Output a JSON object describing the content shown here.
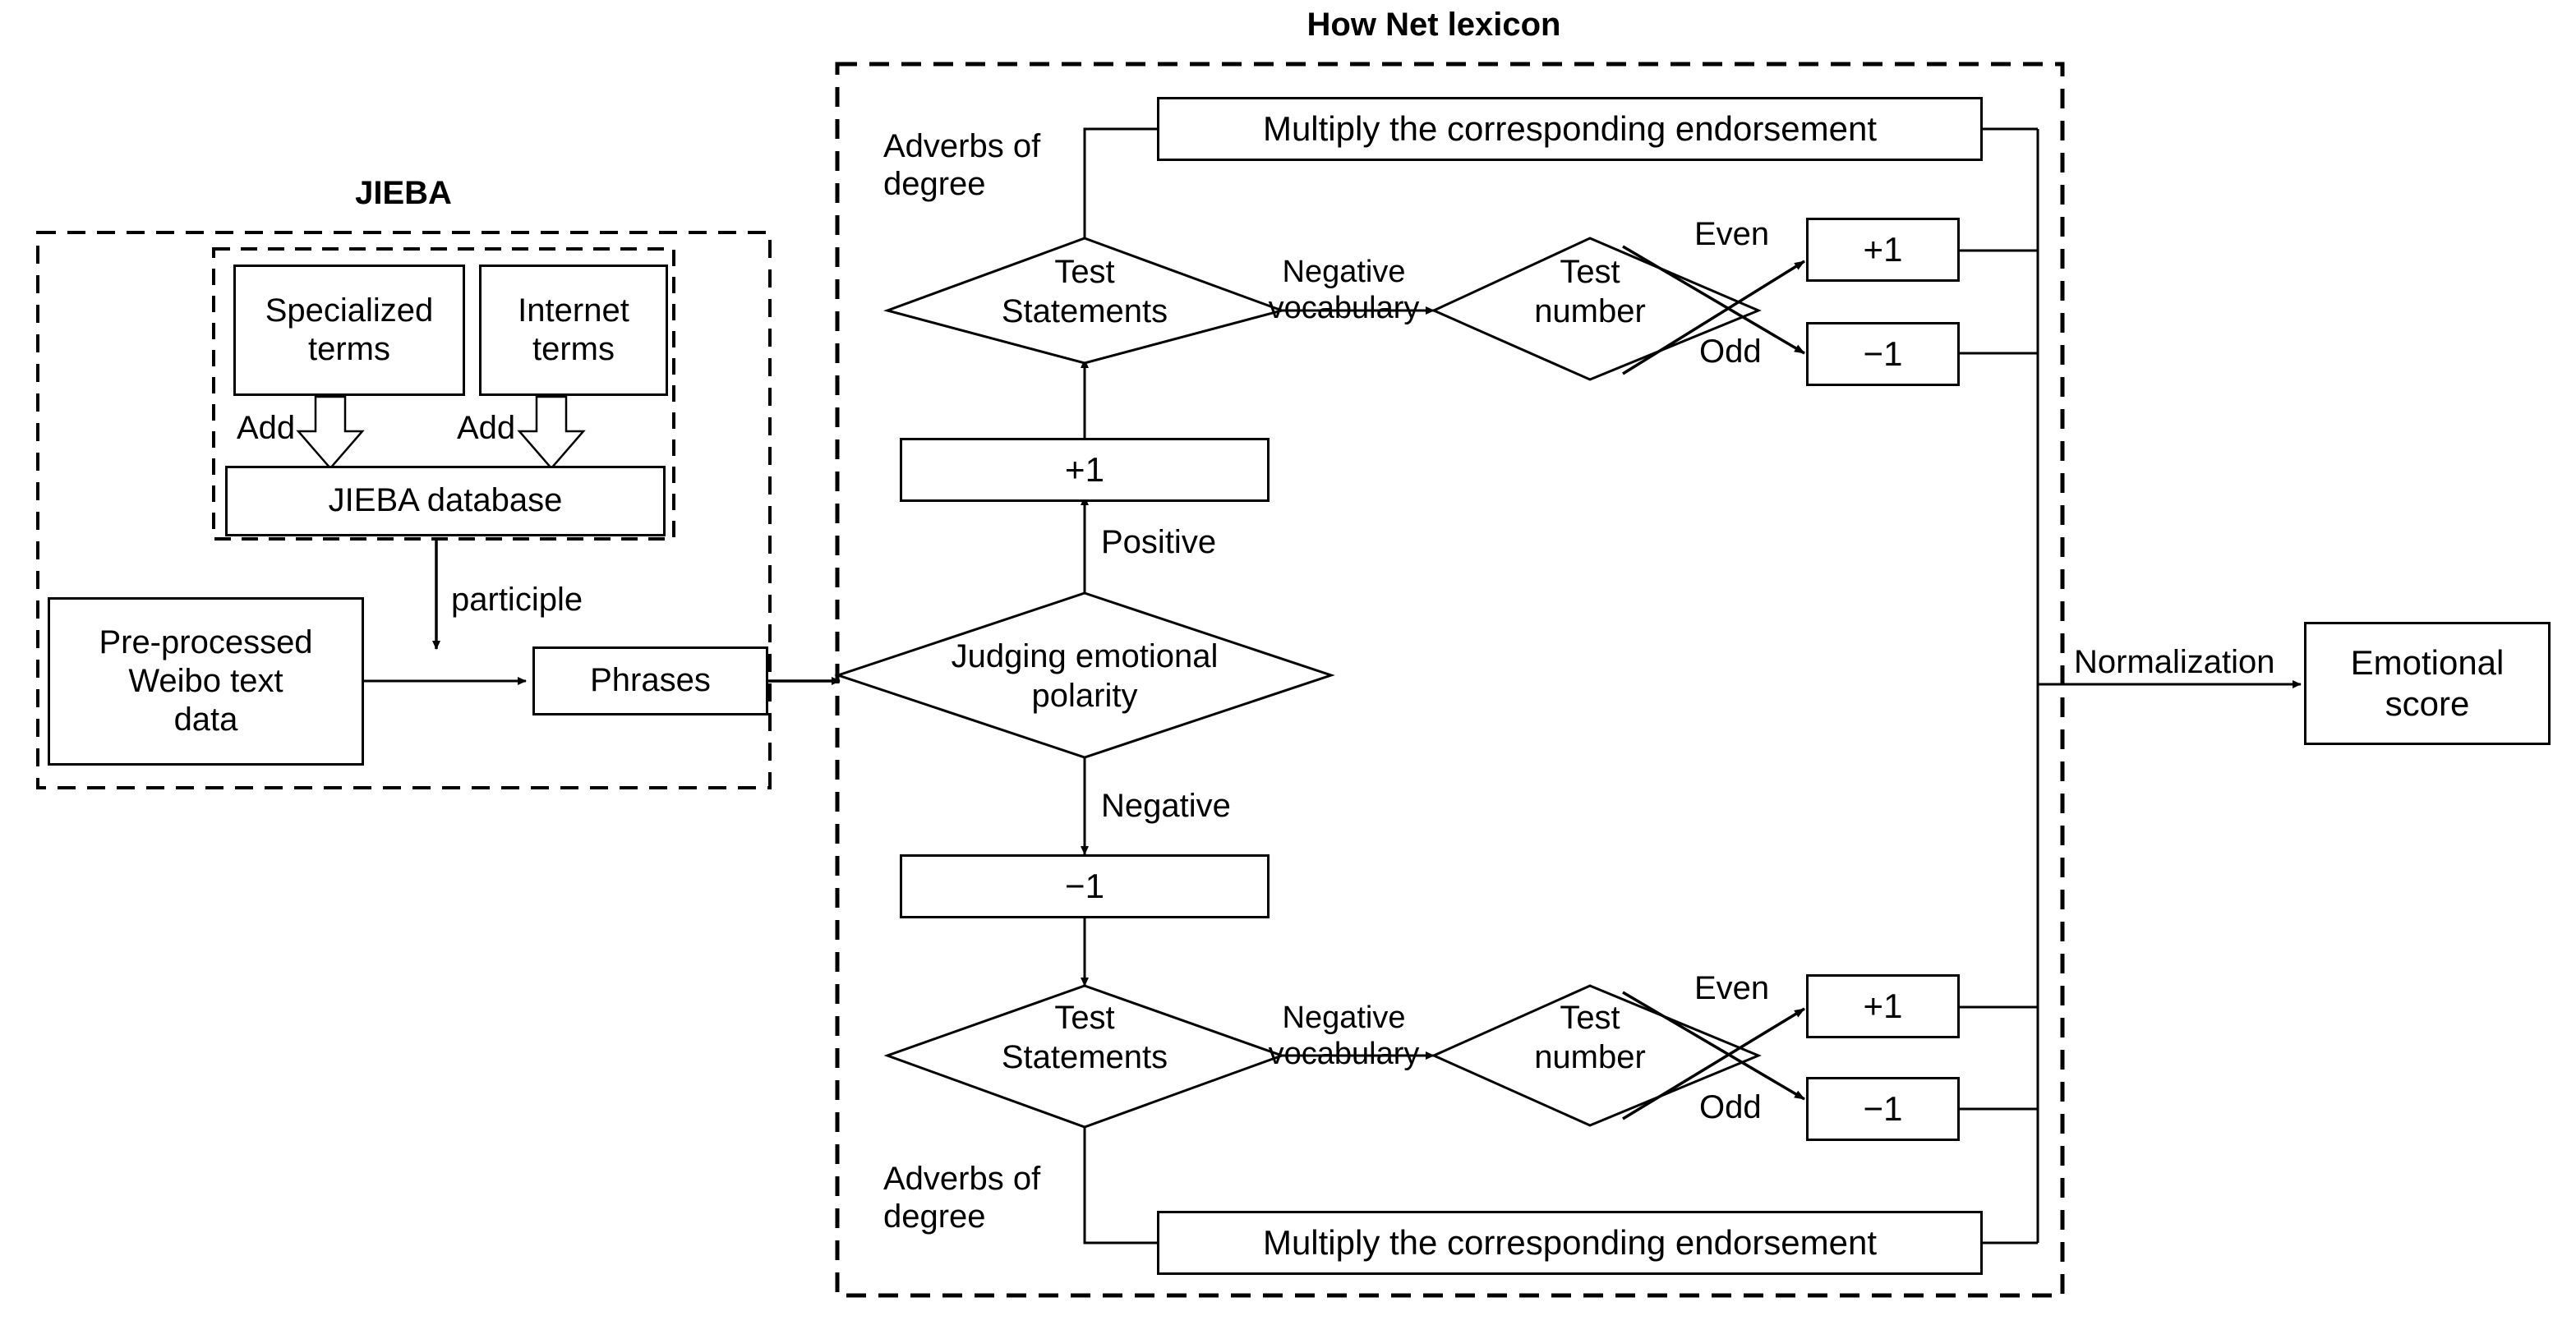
{
  "figure": {
    "groups": [
      {
        "id": "jieba",
        "title": "JIEBA"
      },
      {
        "id": "hownet",
        "title": "How Net lexicon"
      }
    ],
    "jieba": {
      "title": "JIEBA",
      "boxes": {
        "specialized_terms": "Specialized\nterms",
        "internet_terms": "Internet\nterms",
        "jieba_database": "JIEBA database",
        "preprocessed": "Pre-processed\nWeibo text\ndata",
        "phrases": "Phrases"
      },
      "edge_labels": {
        "add_left": "Add",
        "add_right": "Add",
        "participle": "participle"
      }
    },
    "hownet": {
      "title": "How Net lexicon",
      "decisions": {
        "judging": "Judging emotional\npolarity",
        "test_statements_top": "Test\nStatements",
        "test_number_top": "Test\nnumber",
        "test_statements_bottom": "Test\nStatements",
        "test_number_bottom": "Test\nnumber"
      },
      "boxes": {
        "plus_one_top": "+1",
        "minus_one_bottom": "−1",
        "multiply_top": "Multiply the corresponding endorsement",
        "multiply_bottom": "Multiply the corresponding endorsement",
        "plus_one_top_right": "+1",
        "minus_one_top_right": "−1",
        "plus_one_bottom_right": "+1",
        "minus_one_bottom_right": "−1"
      },
      "edge_labels": {
        "positive": "Positive",
        "negative": "Negative",
        "adverbs_top": "Adverbs of\ndegree",
        "adverbs_bottom": "Adverbs of\ndegree",
        "negative_vocab_top": "Negative\nvocabulary",
        "negative_vocab_bottom": "Negative\nvocabulary",
        "even_top": "Even",
        "odd_top": "Odd",
        "even_bottom": "Even",
        "odd_bottom": "Odd"
      }
    },
    "output": {
      "normalization_label": "Normalization",
      "emotional_score": "Emotional\nscore"
    },
    "colors": {
      "stroke": "#000000",
      "fill": "#ffffff",
      "text": "#000000"
    }
  }
}
